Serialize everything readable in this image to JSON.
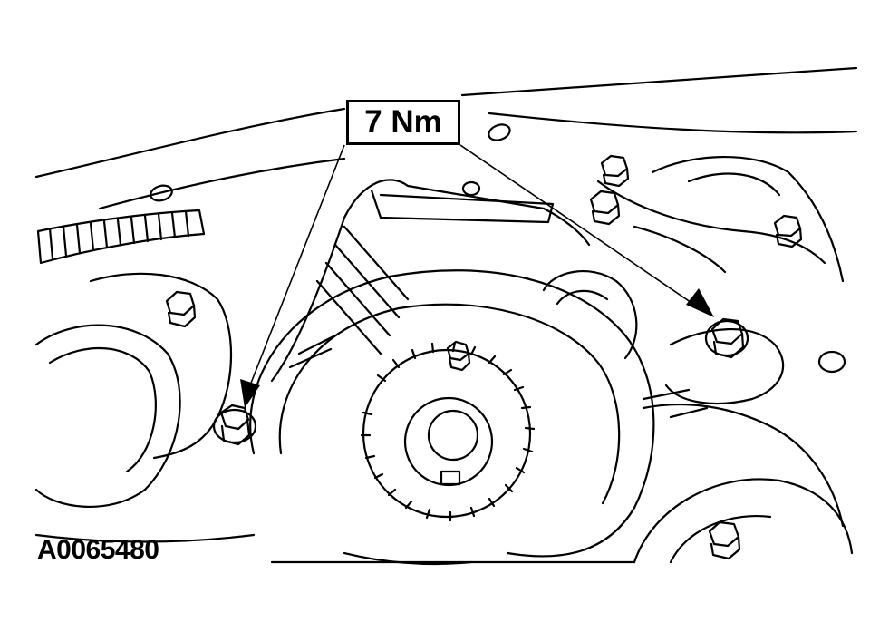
{
  "callout": {
    "torque": "7 Nm"
  },
  "figure_id": "A0065480",
  "parts": {
    "bolts": [
      "bolt-left",
      "bolt-right",
      "bolt-top-right-1",
      "bolt-top-right-2",
      "bolt-right-3",
      "bolt-left-4",
      "bolt-bottom-right"
    ],
    "line_color": "#000000",
    "background": "#ffffff"
  }
}
